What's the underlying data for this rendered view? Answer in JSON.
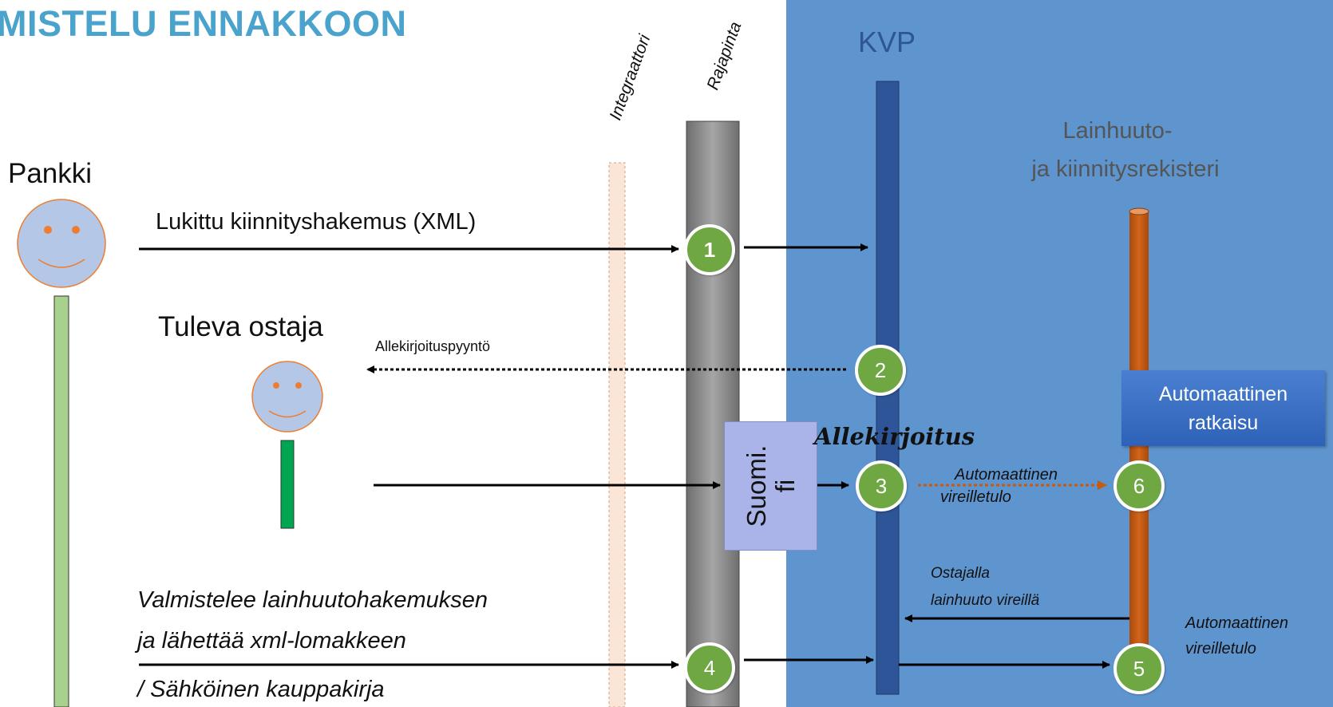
{
  "title": "MISTELU ENNAKKOON",
  "lanes": {
    "integrator": "Integraattori",
    "interface": "Rajapinta",
    "kvp": "KVP",
    "register_line1": "Lainhuuto-",
    "register_line2": "ja kiinnitysrekisteri"
  },
  "actors": {
    "bank": "Pankki",
    "buyer": "Tuleva ostaja"
  },
  "messages": {
    "mortgage_application": "Lukittu kiinnityshakemus (XML)",
    "signature_request": "Allekirjoituspyyntö",
    "signature": "Allekirjoitus",
    "auto_pending_1": "Automaattinen",
    "auto_pending_2": "vireilletulo",
    "buyer_pending_1": "Ostajalla",
    "buyer_pending_2": "lainhuuto vireillä",
    "auto_pending_right_1": "Automaattinen",
    "auto_pending_right_2": "vireilletulo",
    "prepare_line1": "Valmistelee lainhuutohakemuksen",
    "prepare_line2": "ja lähettää xml-lomakkeen",
    "prepare_line3": "/ Sähköinen kauppakirja"
  },
  "boxes": {
    "suomi_line1": "Suomi.",
    "suomi_line2": "fi",
    "auto_decision_line1": "Automaattinen",
    "auto_decision_line2": "ratkaisu"
  },
  "steps": [
    "1",
    "2",
    "3",
    "4",
    "5",
    "6"
  ],
  "colors": {
    "title": "#4aa3cc",
    "kvp_bar": "#2e5597",
    "register_bar": "#c55a11",
    "bank_bar": "#a9d18e",
    "buyer_bar": "#00a651",
    "step_circle": "#6fa743",
    "face": "#b4c7e7",
    "face_outline": "#ed7d31",
    "interface_bar": "#8c8c8c"
  }
}
